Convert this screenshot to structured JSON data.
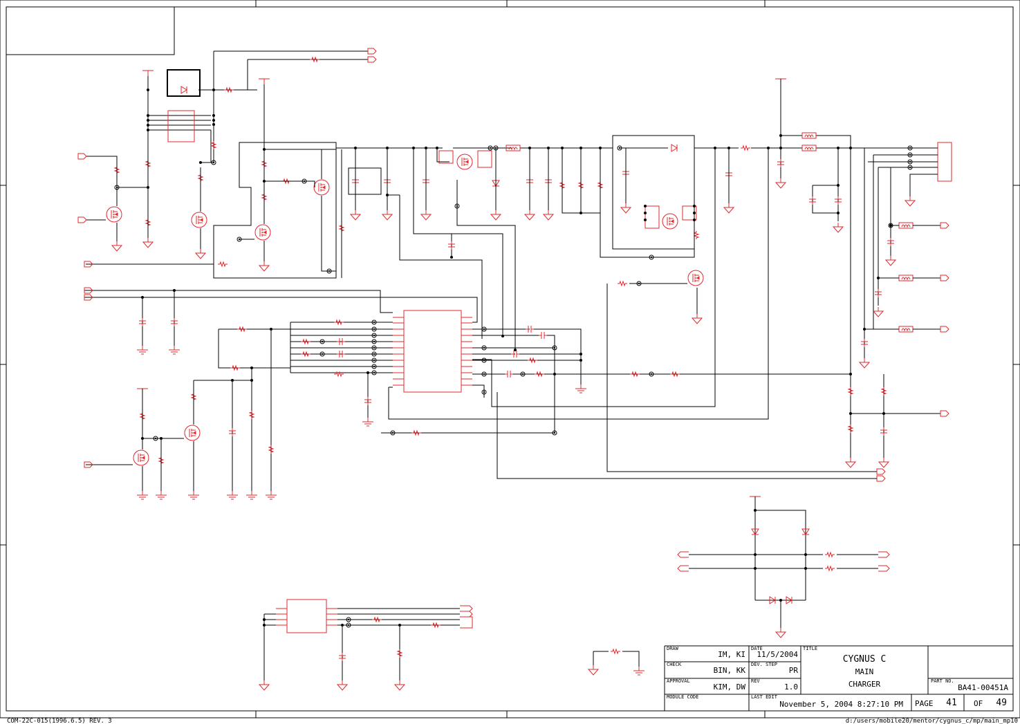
{
  "footer": {
    "left_code": "COM-22C-015(1996.6.5) REV. 3",
    "file_path": "d:/users/mobile20/mentor/cygnus_c/mp/main_mp10"
  },
  "title_block": {
    "draw_label": "DRAW",
    "draw_value": "IM, KI",
    "check_label": "CHECK",
    "check_value": "BIN, KK",
    "approval_label": "APPROVAL",
    "approval_value": "KIM, DW",
    "module_code_label": "MODULE CODE",
    "date_label": "DATE",
    "date_value": "11/5/2004",
    "dev_step_label": "DEV. STEP",
    "dev_step_value": "PR",
    "rev_label": "REV",
    "rev_value": "1.0",
    "last_edit_label": "LAST EDIT",
    "last_edit_value": "November 5, 2004  8:27:10 PM",
    "title_label": "TITLE",
    "title_line1": "CYGNUS C",
    "title_line2": "MAIN",
    "title_line3": "CHARGER",
    "part_no_label": "PART NO.",
    "part_no_value": "BA41-00451A",
    "page_label": "PAGE",
    "page_value": "41",
    "of_label": "OF",
    "total_pages": "49"
  },
  "colors": {
    "wire": "#000000",
    "component": "#e3262b",
    "background": "#ffffff"
  }
}
